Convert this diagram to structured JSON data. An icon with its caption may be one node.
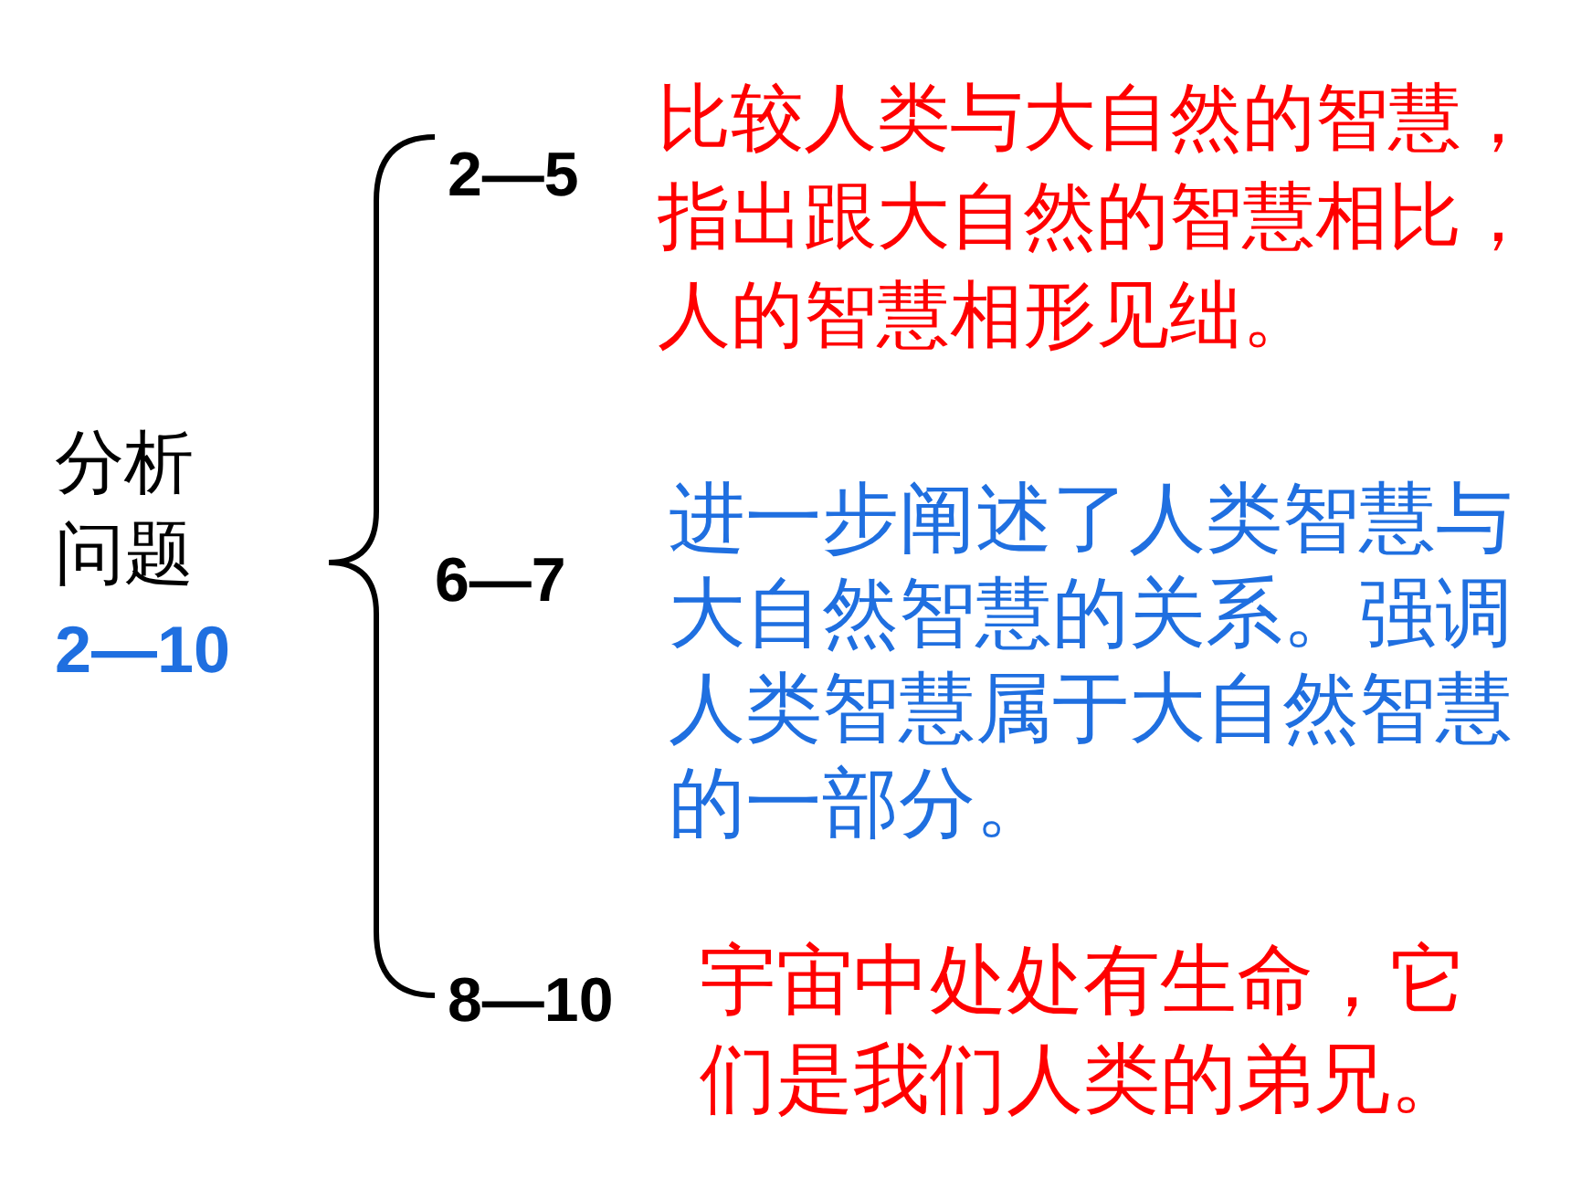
{
  "diagram": {
    "labels": [
      "分析问题",
      "2—10",
      "2—5",
      "比较人类与大自然的智慧，指出跟大自然的智慧相比，人的智慧相形见绌。",
      "6—7",
      "进一步阐述了人类智慧与大自然智慧的关系。强调人类智慧属于大自然智慧的一部分。",
      "8—10",
      "宇宙中处处有生命，它们是我们人类的弟兄。"
    ]
  }
}
